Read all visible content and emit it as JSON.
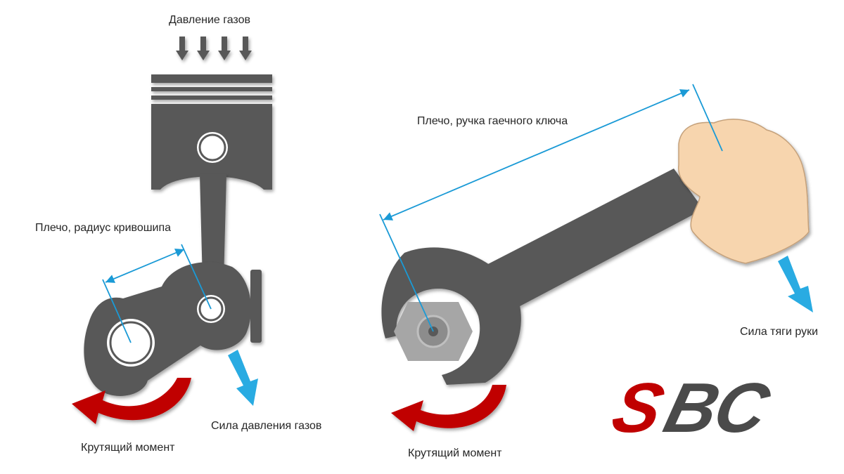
{
  "labels": {
    "gas_pressure": "Давление газов",
    "crank_arm": "Плечо, радиус кривошипа",
    "wrench_arm": "Плечо, ручка гаечного ключа",
    "hand_force": "Сила тяги руки",
    "gas_force": "Сила давления газов",
    "torque_left": "Крутящий момент",
    "torque_right": "Крутящий момент"
  },
  "logo": {
    "letter_s": "S",
    "letter_bc": "BC",
    "color_s": "#c00000",
    "color_bc": "#4a4a4a"
  },
  "colors": {
    "metal": "#595959",
    "dimension_line": "#1a9ad6",
    "force_arrow": "#29abe2",
    "torque_arrow": "#c00000",
    "hand": "#f7d5ae",
    "nut": "#a6a6a6"
  }
}
